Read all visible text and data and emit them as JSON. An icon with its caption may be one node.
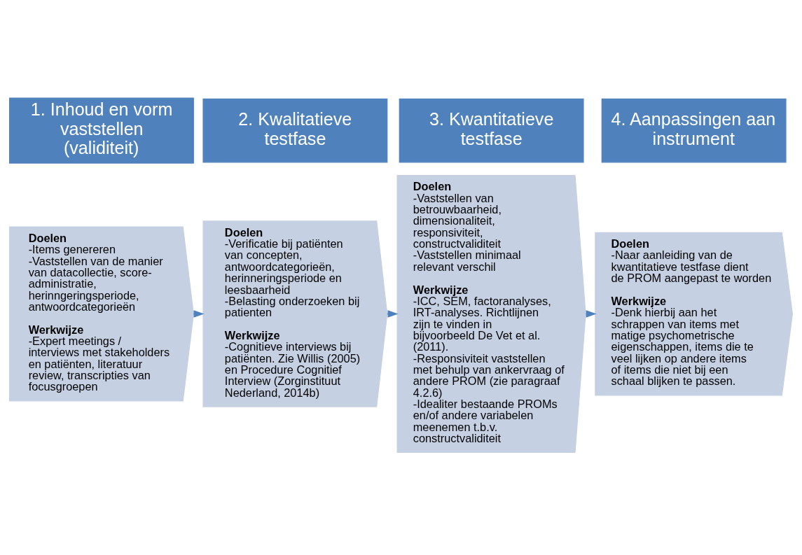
{
  "diagram": {
    "nodes": [
      {
        "text": [
          "1. Inhoud en vorm vaststellen (validiteit)"
        ]
      },
      {
        "text": [
          "Doelen",
          "-Items genereren",
          "-Vaststellen van de manier van datacollectie, score-administratie, herinngeringsperiode, antwoordcategorieën",
          "Werkwijze",
          "-Expert meetings / interviews met stakeholders en patiënten, literatuur review, transcripties van focusgroepen"
        ]
      },
      {
        "text": [
          "2. Kwalitatieve testfase"
        ]
      },
      {
        "text": [
          "Doelen",
          "-Verificatie bij patiënten van concepten, antwoordcategorieën, herinneringsperiode en leesbaarheid",
          "-Belasting onderzoeken bij patienten",
          "Werkwijze",
          "-Cognitieve interviews bij patiënten. Zie Willis (2005) en Procedure Cognitief Interview (Zorginstituut Nederland, 2014b)"
        ]
      },
      {
        "text": [
          "3. Kwantitatieve testfase"
        ]
      },
      {
        "text": [
          "Doelen",
          "-Vaststellen van betrouwbaarheid, dimensionaliteit, responsiviteit, constructvaliditeit",
          "-Vaststellen minimaal relevant verschil",
          "Werkwijze",
          "-ICC, SEM, factoranalyses, IRT-analyses. Richtlijnen zijn te vinden in bijvoorbeeld De Vet et al. (2011).",
          "-Responsiviteit vaststellen met behulp van ankervraag of andere PROM (zie paragraaf 4.2.6)",
          "-Idealiter bestaande PROMs en/of andere variabelen meenemen t.b.v. constructvaliditeit"
        ]
      },
      {
        "text": [
          "4. Aanpassingen aan instrument"
        ]
      },
      {
        "text": [
          "Doelen",
          "-Naar aanleiding van de kwantitatieve testfase dient de PROM aangepast te worden",
          "Werkwijze",
          "-Denk hierbij aan het schrappen van items met matige psychometrische eigenschappen, items die te veel lijken op andere items of items die niet bij een schaal blijken te passen."
        ]
      }
    ],
    "edges": [
      {
        "from": 1,
        "to": 3,
        "arrow": "to"
      },
      {
        "from": 3,
        "to": 5,
        "arrow": "to"
      },
      {
        "from": 5,
        "to": 7,
        "arrow": "to"
      }
    ]
  }
}
